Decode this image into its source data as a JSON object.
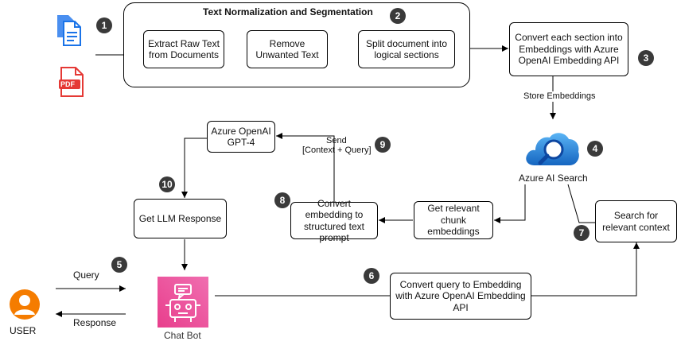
{
  "group": {
    "title": "Text Normalization and Segmentation"
  },
  "nodes": {
    "extract": "Extract Raw Text from Documents",
    "remove": "Remove Unwanted Text",
    "split": "Split document into logical sections",
    "convert_sections": "Convert each section into Embeddings with Azure OpenAI Embedding API",
    "gpt4": "Azure OpenAI GPT-4",
    "llm_response": "Get LLM Response",
    "convert_prompt": "Convert embedding to structured text prompt",
    "get_chunks": "Get relevant chunk embeddings",
    "search_context": "Search for relevant context",
    "convert_query": "Convert query to Embedding with Azure OpenAI Embedding API"
  },
  "labels": {
    "store_embeddings": "Store Embeddings",
    "send_line1": "Send",
    "send_line2": "[Context + Query]",
    "azure_ai_search": "Azure AI Search",
    "query": "Query",
    "response": "Response",
    "user": "USER",
    "chat_bot": "Chat Bot",
    "pdf": "PDF"
  },
  "badges": {
    "b1": "1",
    "b2": "2",
    "b3": "3",
    "b4": "4",
    "b5": "5",
    "b6": "6",
    "b7": "7",
    "b8": "8",
    "b9": "9",
    "b10": "10"
  },
  "colors": {
    "doc_icon": "#1a73e8",
    "pdf_icon": "#e53935",
    "search_icon": "#1e88e5",
    "user_icon": "#f57c00",
    "chatbot_icon": "#e83e8c",
    "badge": "#3a3a3a"
  }
}
